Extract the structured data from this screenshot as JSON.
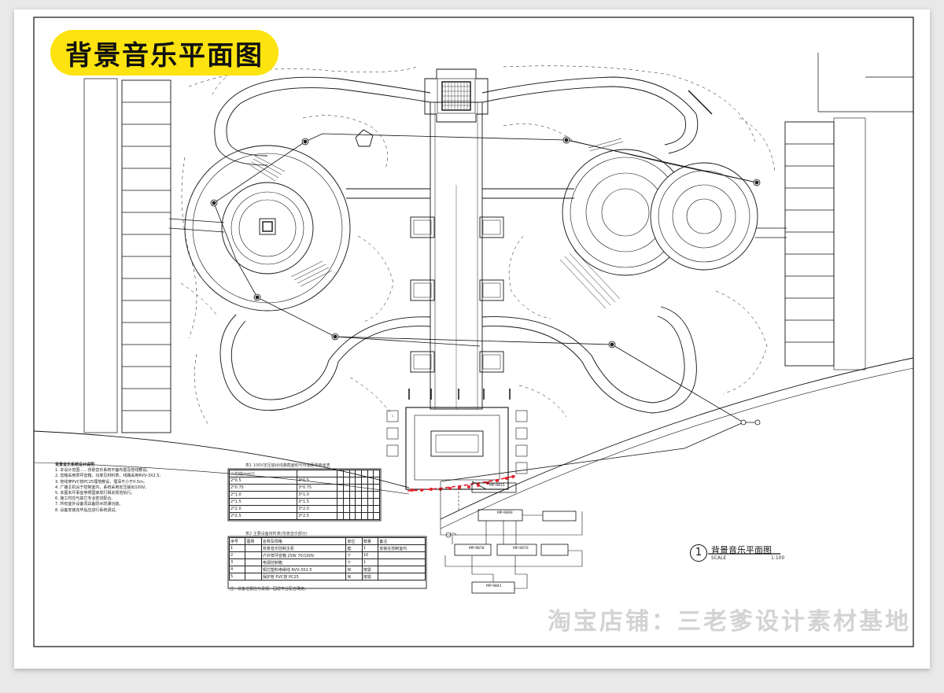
{
  "title": "背景音乐平面图",
  "watermark": "淘宝店铺：三老爹设计素材基地",
  "scale_block": {
    "number": "1",
    "name": "背景音乐平面图",
    "scale_label": "SCALE",
    "ratio": "1:100"
  },
  "notes": {
    "heading": "背景音乐系统设计说明",
    "lines": [
      "1. 本设计范围……背景音乐系统平面布置及管线敷设。",
      "2. 音箱采用草坪音箱，功率见材料表，线路采用RVV-3X2.5。",
      "3. 管线穿PVC管PC25埋地敷设，埋深不小于0.5m。",
      "4. 广播主机设于控制室内，系统采用定压输出100V。",
      "5. 本图未尽事宜参照国家现行相关规范执行。",
      "6. 施工时应与其它专业密切配合。",
      "7. 所有室外设备须具备防水防潮功能。",
      "8. 设备安装完毕后应进行系统调试。"
    ]
  },
  "table1": {
    "title": "表1 100V定压输出线路截面积与传输距离参考表",
    "rows": [
      [
        "二芯线(mm²)",
        "",
        "",
        "",
        "",
        "",
        "",
        "",
        ""
      ],
      [
        "2*0.5",
        "3*0.5",
        "",
        "",
        "",
        "",
        "",
        "",
        ""
      ],
      [
        "2*0.75",
        "3*0.75",
        "",
        "",
        "",
        "",
        "",
        "",
        ""
      ],
      [
        "2*1.0",
        "3*1.0",
        "",
        "",
        "",
        "",
        "",
        "",
        ""
      ],
      [
        "2*1.5",
        "3*1.5",
        "",
        "",
        "",
        "",
        "",
        "",
        ""
      ],
      [
        "2*2.0",
        "3*2.0",
        "",
        "",
        "",
        "",
        "",
        "",
        ""
      ],
      [
        "2*2.5",
        "3*2.5",
        "",
        "",
        "",
        "",
        "",
        "",
        ""
      ]
    ]
  },
  "table2": {
    "title": "表2 主要设备材料表(背景音乐部分)",
    "headers": [
      "序号",
      "图例",
      "名称及规格",
      "单位",
      "数量",
      "备注"
    ],
    "rows": [
      [
        "1",
        "",
        "背景音乐控制主机",
        "套",
        "1",
        "安装在控制室内"
      ],
      [
        "2",
        "",
        "户外草坪音箱 25W 70/100V",
        "个",
        "10",
        ""
      ],
      [
        "3",
        "",
        "电源控制箱",
        "个",
        "1",
        ""
      ],
      [
        "4",
        "",
        "铜芯塑料绝缘线 RVV-3X2.5",
        "米",
        "按需",
        ""
      ],
      [
        "5",
        "",
        "保护管 PVC管 PC25",
        "米",
        "按需",
        ""
      ]
    ]
  },
  "table2_note": "注：设备位置应与景观、园建专业配合确定。",
  "devices": [
    "MP-9890",
    "MP-9878",
    "MP-9870",
    "MP-9841",
    "MP-9815"
  ],
  "colors": {
    "pill": "#fde30f",
    "line": "#111111",
    "cable_highlight": "#e0202a",
    "paper": "#ffffff",
    "backdrop": "#e9e9e9"
  }
}
